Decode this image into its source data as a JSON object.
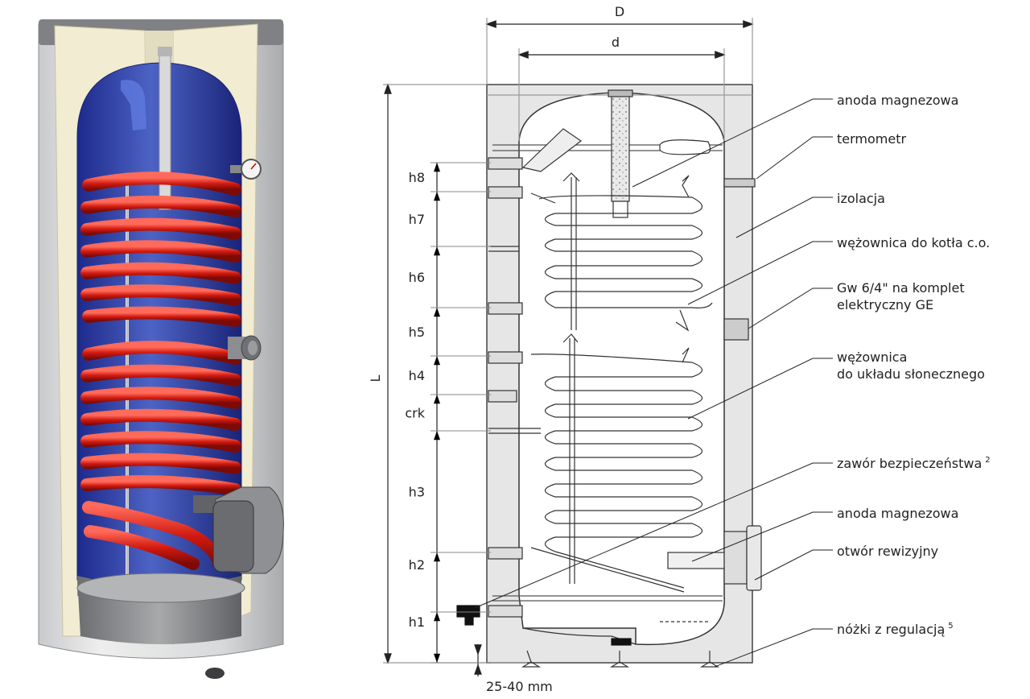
{
  "dimensions": {
    "outer_diameter": "D",
    "inner_diameter": "d",
    "length": "L",
    "feet_clearance": "25-40 mm"
  },
  "heights": [
    "h8",
    "h7",
    "h6",
    "h5",
    "h4",
    "crk",
    "h3",
    "h2",
    "h1"
  ],
  "callouts": [
    {
      "id": "anode-top",
      "lines": [
        "anoda magnezowa"
      ]
    },
    {
      "id": "thermometer",
      "lines": [
        "termometr"
      ]
    },
    {
      "id": "insulation",
      "lines": [
        "izolacja"
      ]
    },
    {
      "id": "coil-boiler",
      "lines": [
        "wężownica do kotła c.o."
      ]
    },
    {
      "id": "heater-port",
      "lines": [
        "Gw 6/4\" na komplet",
        "elektryczny GE"
      ]
    },
    {
      "id": "coil-solar",
      "lines": [
        "wężownica",
        "do układu słonecznego"
      ]
    },
    {
      "id": "safety-valve",
      "lines": [
        "zawór bezpieczeństwa",
        "2"
      ]
    },
    {
      "id": "anode-bottom",
      "lines": [
        "anoda magnezowa"
      ]
    },
    {
      "id": "inspection",
      "lines": [
        "otwór rewizyjny"
      ]
    },
    {
      "id": "feet",
      "lines": [
        "nóżki z regulacją",
        "5"
      ]
    }
  ]
}
